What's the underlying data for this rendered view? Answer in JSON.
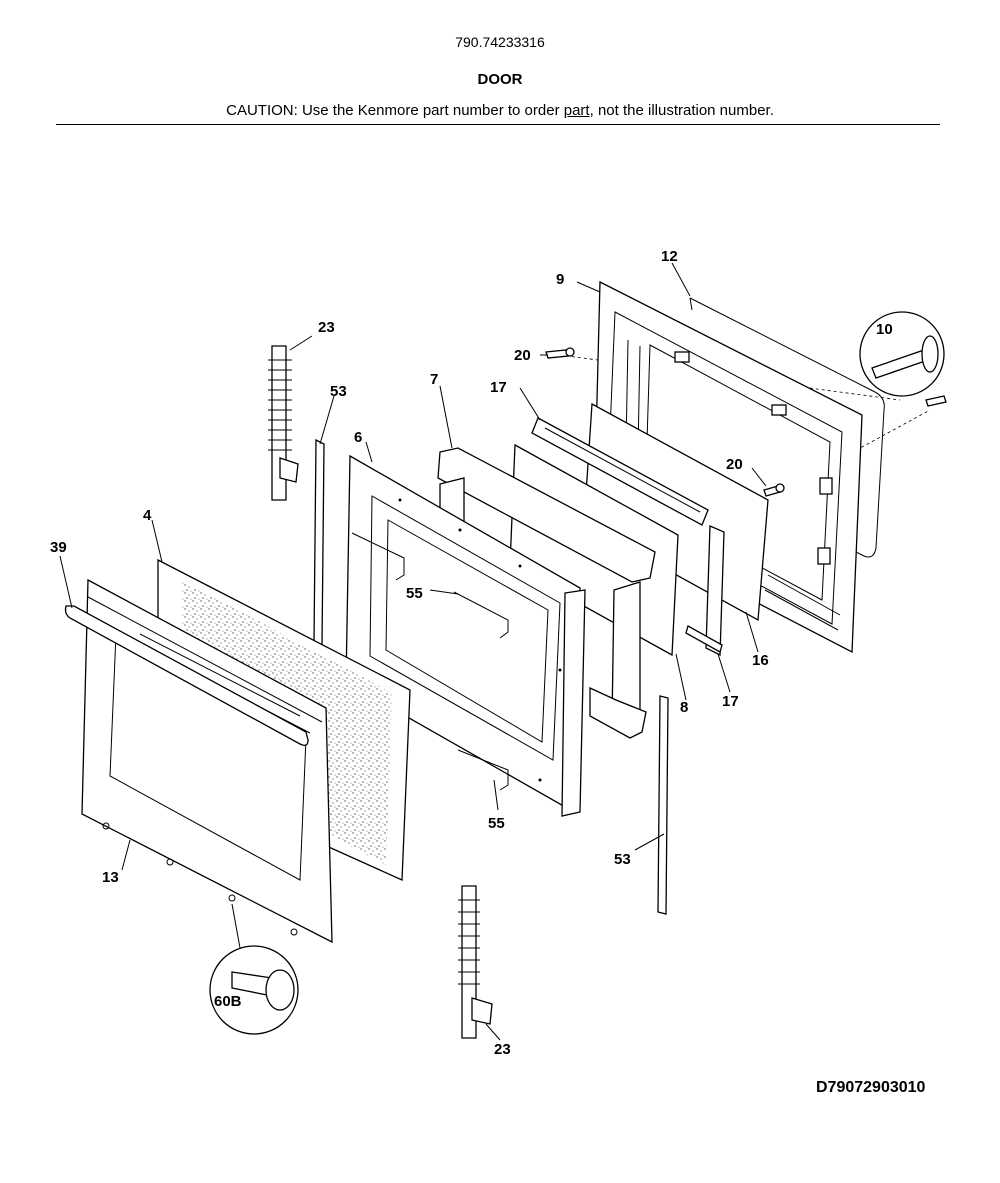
{
  "header": {
    "model_number": "790.74233316",
    "section_title": "DOOR",
    "caution_before": "CAUTION: Use the Kenmore part number to order ",
    "caution_underlined": "part",
    "caution_after": ", not the illustration number."
  },
  "diagram_code": "D79072903010",
  "callouts": {
    "c4": "4",
    "c6": "6",
    "c7": "7",
    "c8": "8",
    "c9": "9",
    "c10": "10",
    "c12": "12",
    "c13": "13",
    "c16": "16",
    "c17a": "17",
    "c17b": "17",
    "c20a": "20",
    "c20b": "20",
    "c23a": "23",
    "c23b": "23",
    "c39": "39",
    "c53a": "53",
    "c53b": "53",
    "c55a": "55",
    "c55b": "55",
    "c60b": "60B"
  }
}
